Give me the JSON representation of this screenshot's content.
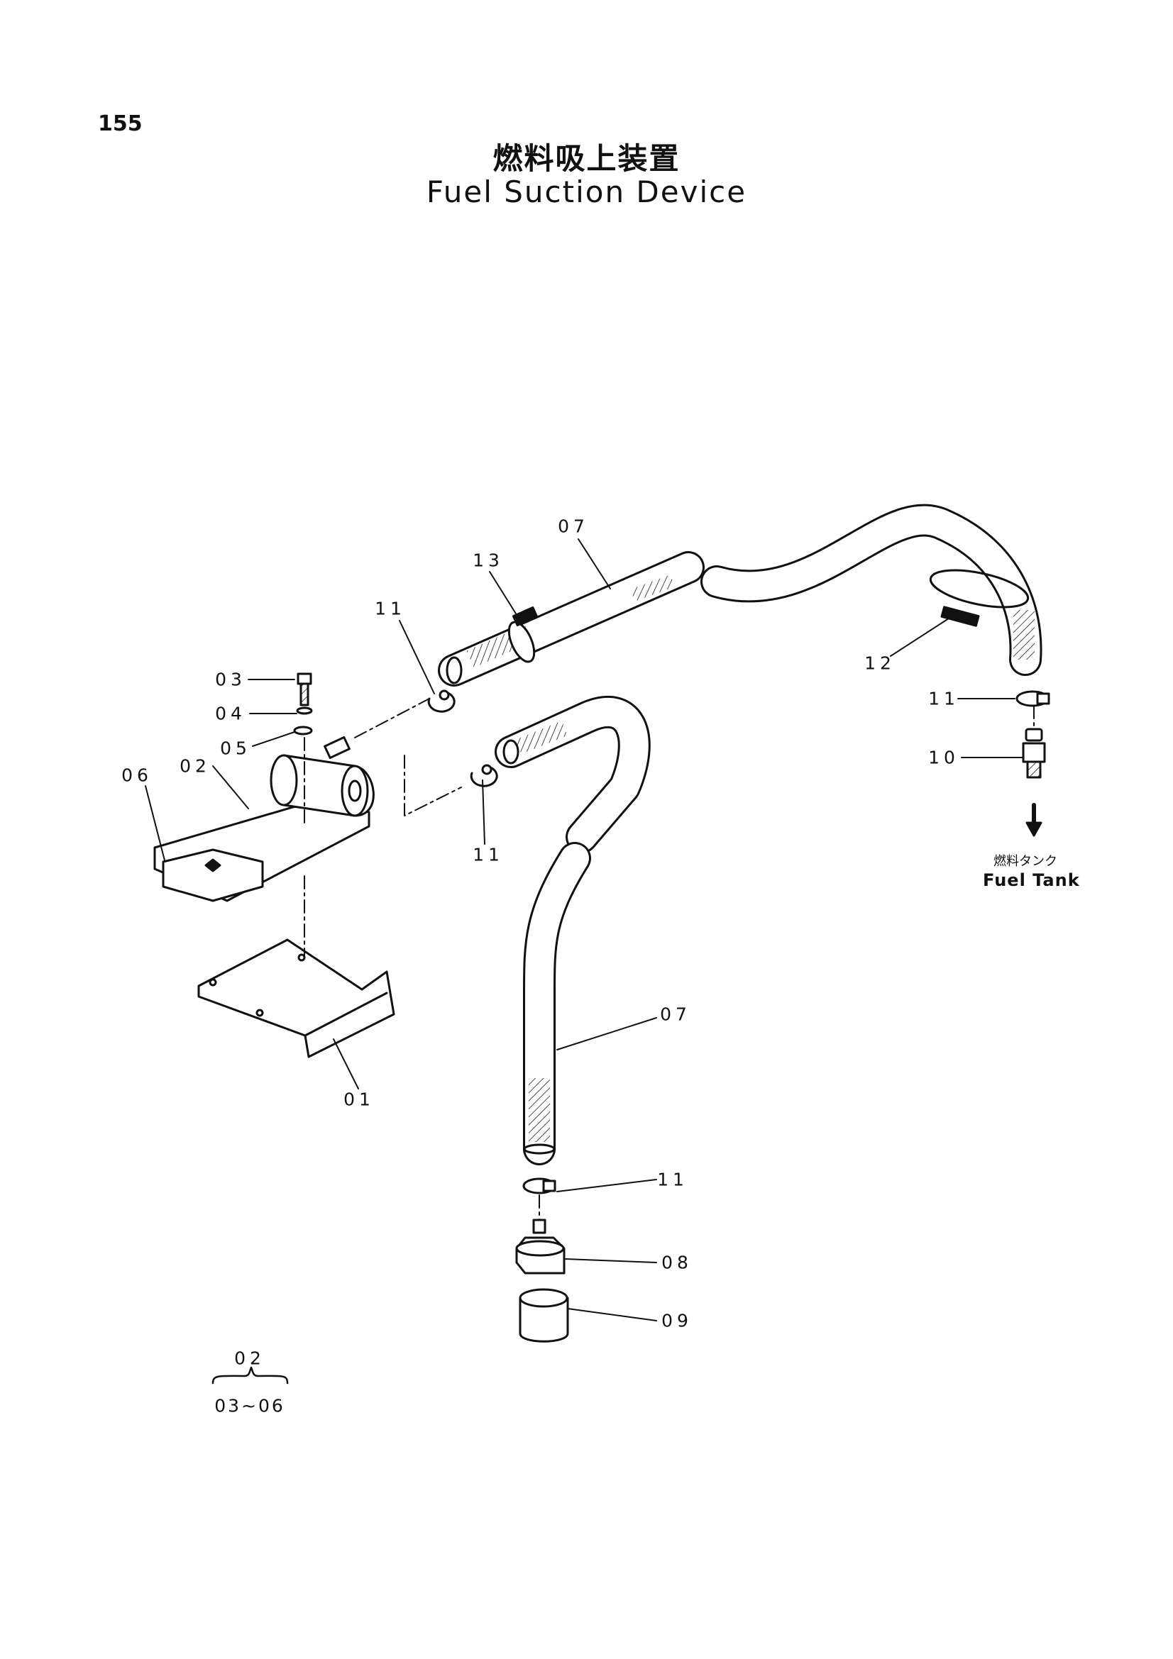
{
  "page_number": "155",
  "title_jp": "燃料吸上装置",
  "title_en": "Fuel Suction Device",
  "destination": {
    "jp": "燃料タンク",
    "en": "Fuel Tank"
  },
  "parts": [
    {
      "id": "01",
      "label": "01"
    },
    {
      "id": "02",
      "label": "02"
    },
    {
      "id": "03",
      "label": "03"
    },
    {
      "id": "04",
      "label": "04"
    },
    {
      "id": "05",
      "label": "05"
    },
    {
      "id": "06",
      "label": "06"
    },
    {
      "id": "07a",
      "label": "07"
    },
    {
      "id": "07b",
      "label": "07"
    },
    {
      "id": "08",
      "label": "08"
    },
    {
      "id": "09",
      "label": "09"
    },
    {
      "id": "10",
      "label": "10"
    },
    {
      "id": "11a",
      "label": "11"
    },
    {
      "id": "11b",
      "label": "11"
    },
    {
      "id": "11c",
      "label": "11"
    },
    {
      "id": "11d",
      "label": "11"
    },
    {
      "id": "12",
      "label": "12"
    },
    {
      "id": "13",
      "label": "13"
    }
  ],
  "assembly_note": {
    "top": "02",
    "bottom": "03~06"
  }
}
